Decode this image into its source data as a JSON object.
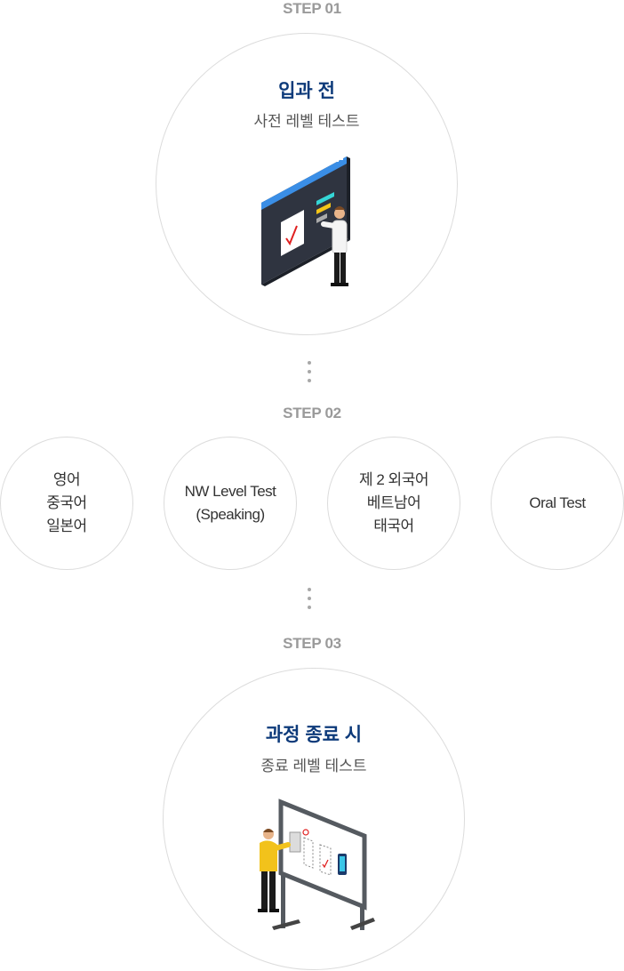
{
  "step1": {
    "label": "STEP 01",
    "title": "입과 전",
    "subtitle": "사전 레벨 테스트"
  },
  "step2": {
    "label": "STEP 02",
    "items": [
      {
        "lines": [
          "영어",
          "중국어",
          "일본어"
        ]
      },
      {
        "lines": [
          "NW Level Test",
          "(Speaking)"
        ]
      },
      {
        "lines": [
          "제 2 외국어",
          "베트남어",
          "태국어"
        ]
      },
      {
        "lines": [
          "Oral Test"
        ]
      }
    ]
  },
  "step3": {
    "label": "STEP 03",
    "title": "과정 종료 시",
    "subtitle": "종료 레벨 테스트"
  },
  "colors": {
    "title_blue": "#0d3a7a",
    "step_gray": "#9a9a9a",
    "circle_border": "#dcdcdc"
  }
}
